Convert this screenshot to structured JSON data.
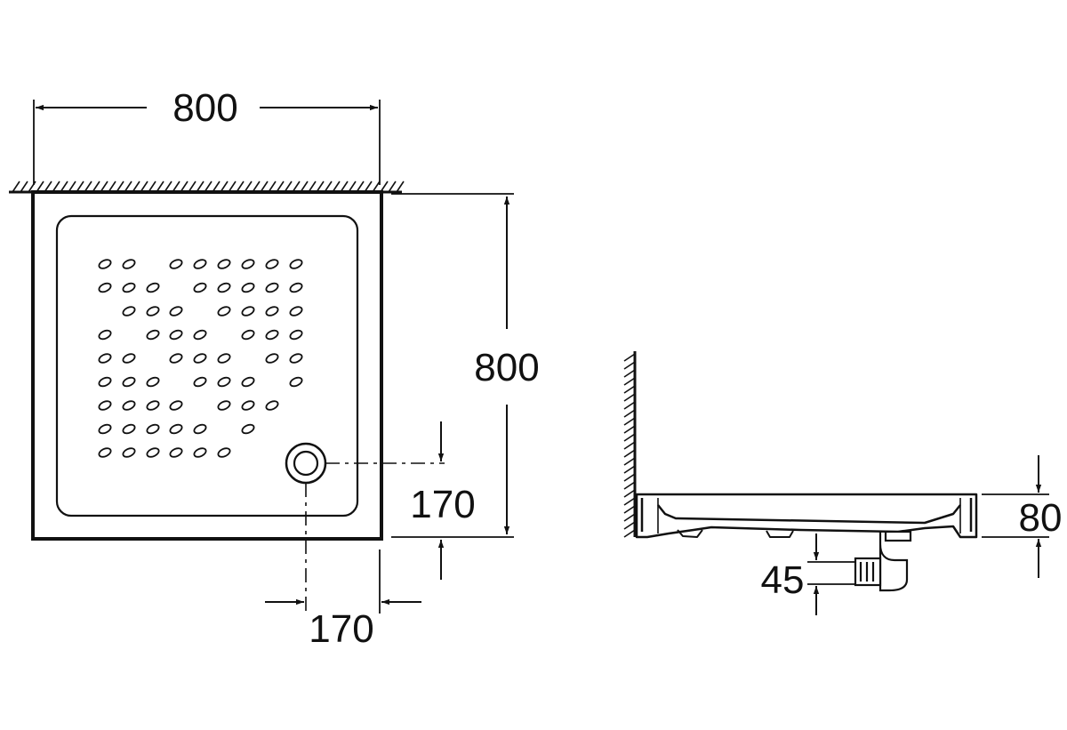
{
  "dimensions": {
    "plan_width": "800",
    "plan_depth": "800",
    "drain_offset_y": "170",
    "drain_offset_x": "170",
    "tray_height": "80",
    "drain_height": "45"
  },
  "colors": {
    "line": "#111111",
    "background": "#ffffff"
  }
}
